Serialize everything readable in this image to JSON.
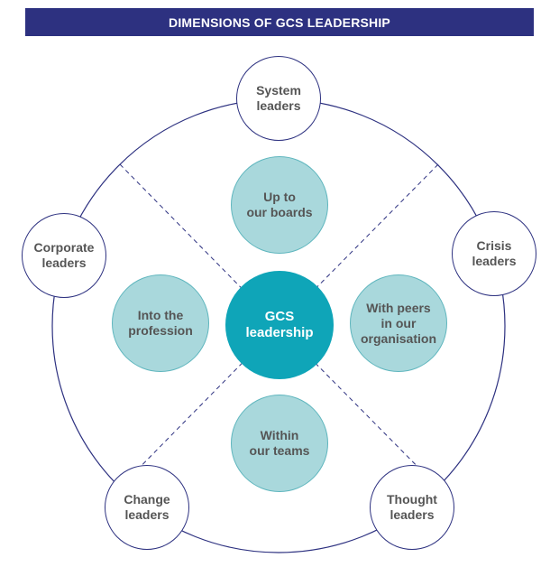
{
  "title": "DIMENSIONS OF GCS LEADERSHIP",
  "outer_nodes": [
    "System\nleaders",
    "Corporate\nleaders",
    "Crisis\nleaders",
    "Change\nleaders",
    "Thought\nleaders"
  ],
  "inner_nodes": [
    "Up to\nour boards",
    "Into the\nprofession",
    "With peers\nin our\norganisation",
    "Within\nour teams"
  ],
  "center": "GCS\nleadership",
  "colors": {
    "banner": "#2d3180",
    "ring": "#2d3180",
    "core": "#0fa5b8",
    "inner_fill": "#a9d8dc",
    "inner_border": "#5fb6be",
    "text": "#555555"
  }
}
